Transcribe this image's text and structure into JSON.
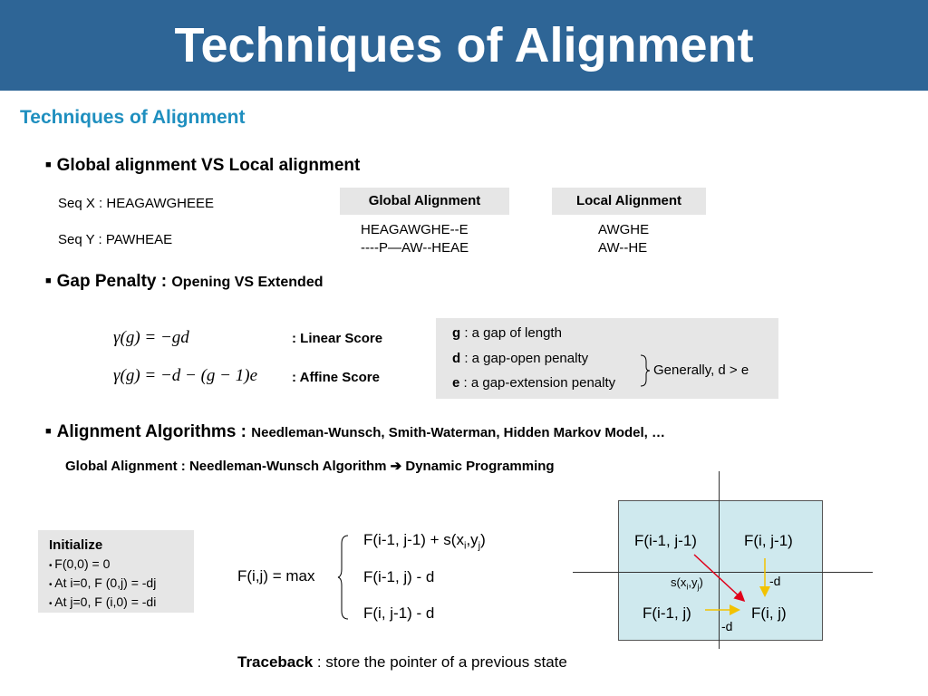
{
  "header": {
    "title": "Techniques of  Alignment"
  },
  "subtitle": "Techniques of Alignment",
  "section1": {
    "bullet": "Global alignment VS Local alignment",
    "seq_x": "Seq X : HEAGAWGHEEE",
    "seq_y": "Seq Y : PAWHEAE",
    "global": {
      "header": "Global Alignment",
      "line1": "HEAGAWGHE--E",
      "line2": "----P—AW--HEAE"
    },
    "local": {
      "header": "Local Alignment",
      "line1": "AWGHE",
      "line2": "AW--HE"
    }
  },
  "section2": {
    "bullet_main": "Gap Penalty : ",
    "bullet_sub": "Opening VS Extended",
    "linear_formula": "γ(g) = −gd",
    "linear_label": ": Linear Score",
    "affine_formula": "γ(g) = −d − (g − 1)e",
    "affine_label": ": Affine Score",
    "defs": [
      {
        "sym": "g",
        "text": " : a gap of length"
      },
      {
        "sym": "d",
        "text": " : a gap-open penalty"
      },
      {
        "sym": "e",
        "text": " : a gap-extension penalty"
      }
    ],
    "note": "Generally, d > e"
  },
  "section3": {
    "bullet_main": "Alignment Algorithms : ",
    "bullet_sub": "Needleman-Wunsch, Smith-Waterman, Hidden Markov Model, …",
    "global_line_a": "Global Alignment : Needleman-Wunsch Algorithm ",
    "arrow": "➔",
    "global_line_b": " Dynamic Programming"
  },
  "init": {
    "title": "Initialize",
    "items": [
      "F(0,0) = 0",
      "At i=0, F (0,j) = -dj",
      "At j=0, F (i,0) = -di"
    ]
  },
  "recurrence": {
    "lhs": "F(i,j) = max",
    "case1": "F(i-1, j-1) + s(x",
    "case1_sub_i": "i",
    "case1_mid": ",y",
    "case1_sub_j": "j",
    "case1_end": ")",
    "case2": "F(i-1, j) - d",
    "case3": "F(i, j-1) - d"
  },
  "grid": {
    "tl": "F(i-1, j-1)",
    "tr": "F(i, j-1)",
    "bl": "F(i-1, j)",
    "br": "F(i, j)",
    "s_label": "s(x",
    "s_sub_i": "i",
    "s_mid": ",y",
    "s_sub_j": "j",
    "s_end": ")",
    "d_right": "-d",
    "d_bottom": "-d",
    "colors": {
      "diag_arrow": "#e0001a",
      "vert_arrow": "#f2c200",
      "horiz_arrow": "#f2c200"
    }
  },
  "traceback": {
    "bold": "Traceback",
    "rest": " : store the pointer of a previous state"
  }
}
